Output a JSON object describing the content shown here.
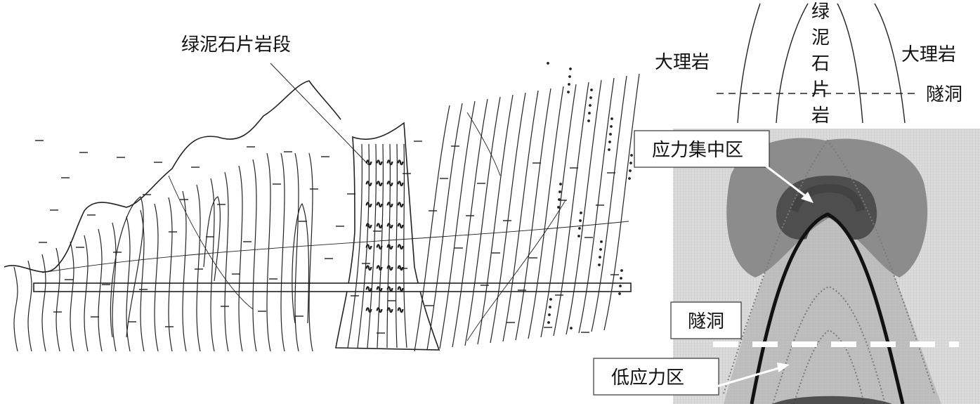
{
  "labels": {
    "section": "绿泥石片岩段",
    "marble_left": "大理岩",
    "marble_right": "大理岩",
    "chlorite_chars": [
      "绿",
      "泥",
      "石",
      "片",
      "岩"
    ],
    "tunnel_top": "隧洞",
    "stress_concentration": "应力集中区",
    "tunnel_inner": "隧洞",
    "low_stress": "低应力区"
  },
  "colors": {
    "line": "#222222",
    "stress_light": "#b8b8b8",
    "stress_mid": "#8a8a8a",
    "stress_dark": "#5e5e5e",
    "stress_core": "#454545",
    "background_grid": "#d4d4d4"
  }
}
